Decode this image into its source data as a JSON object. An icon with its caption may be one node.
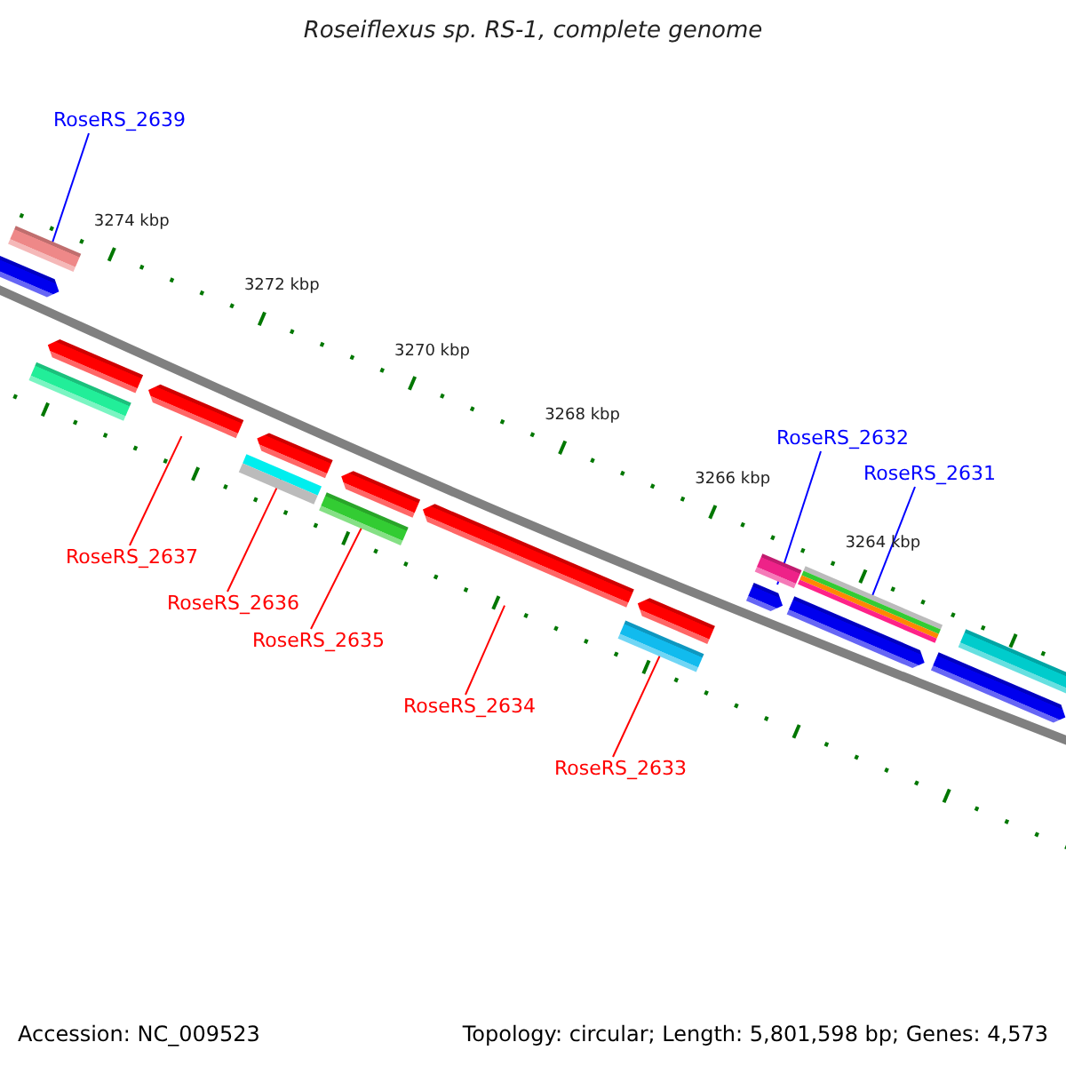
{
  "diagram": {
    "title": "Roseiflexus sp. RS-1, complete genome",
    "nodes": [
      {
        "text": [
          "RoseRS_2639"
        ]
      },
      {
        "text": [],
        "shape": "bar"
      },
      {
        "text": [
          "RoseRS_2632"
        ]
      },
      {
        "text": [],
        "shape": "bar"
      },
      {
        "text": [
          "RoseRS_2631"
        ]
      },
      {
        "text": [],
        "shape": "bar"
      },
      {
        "text": [
          "RoseRS_2637"
        ]
      },
      {
        "text": [],
        "shape": "bar"
      },
      {
        "text": [
          "RoseRS_2636"
        ]
      },
      {
        "text": [],
        "shape": "bar"
      },
      {
        "text": [
          "RoseRS_2635"
        ]
      },
      {
        "text": [],
        "shape": "bar"
      },
      {
        "text": [
          "RoseRS_2634"
        ]
      },
      {
        "text": [],
        "shape": "pentagon"
      },
      {
        "text": [
          "RoseRS_2633"
        ]
      },
      {
        "text": [],
        "shape": "bar"
      },
      {
        "text": [],
        "shape": "pentagon"
      },
      {
        "text": [],
        "shape": "pentagon"
      },
      {
        "text": [],
        "shape": "pentagon"
      },
      {
        "text": [],
        "shape": "pentagon"
      },
      {
        "text": [],
        "shape": "pentagon"
      },
      {
        "text": [],
        "shape": "pentagon"
      },
      {
        "text": [],
        "shape": "pentagon"
      },
      {
        "text": [],
        "shape": "pentagon"
      },
      {
        "text": [],
        "shape": "bar"
      },
      {
        "text": [],
        "shape": "pentagon"
      }
    ],
    "edges": [
      {
        "from": 0,
        "to": 16,
        "arrow": "none",
        "color": "#0000ff"
      },
      {
        "from": 2,
        "to": 22,
        "arrow": "none",
        "color": "#0000ff"
      },
      {
        "from": 4,
        "to": 23,
        "arrow": "none",
        "color": "#0000ff"
      },
      {
        "from": 6,
        "to": 18,
        "arrow": "none"
      },
      {
        "from": 8,
        "to": 19,
        "arrow": "none"
      },
      {
        "from": 10,
        "to": 20,
        "arrow": "none"
      },
      {
        "from": 12,
        "to": 13,
        "arrow": "none"
      },
      {
        "from": 14,
        "to": 21,
        "arrow": "none"
      }
    ],
    "labels": [
      "3274 kbp",
      "3272 kbp",
      "3270 kbp",
      "3268 kbp",
      "3266 kbp",
      "3264 kbp",
      "Accession: NC_009523",
      "Topology: circular; Length: 5,801,598 bp; Genes: 4,573"
    ]
  }
}
